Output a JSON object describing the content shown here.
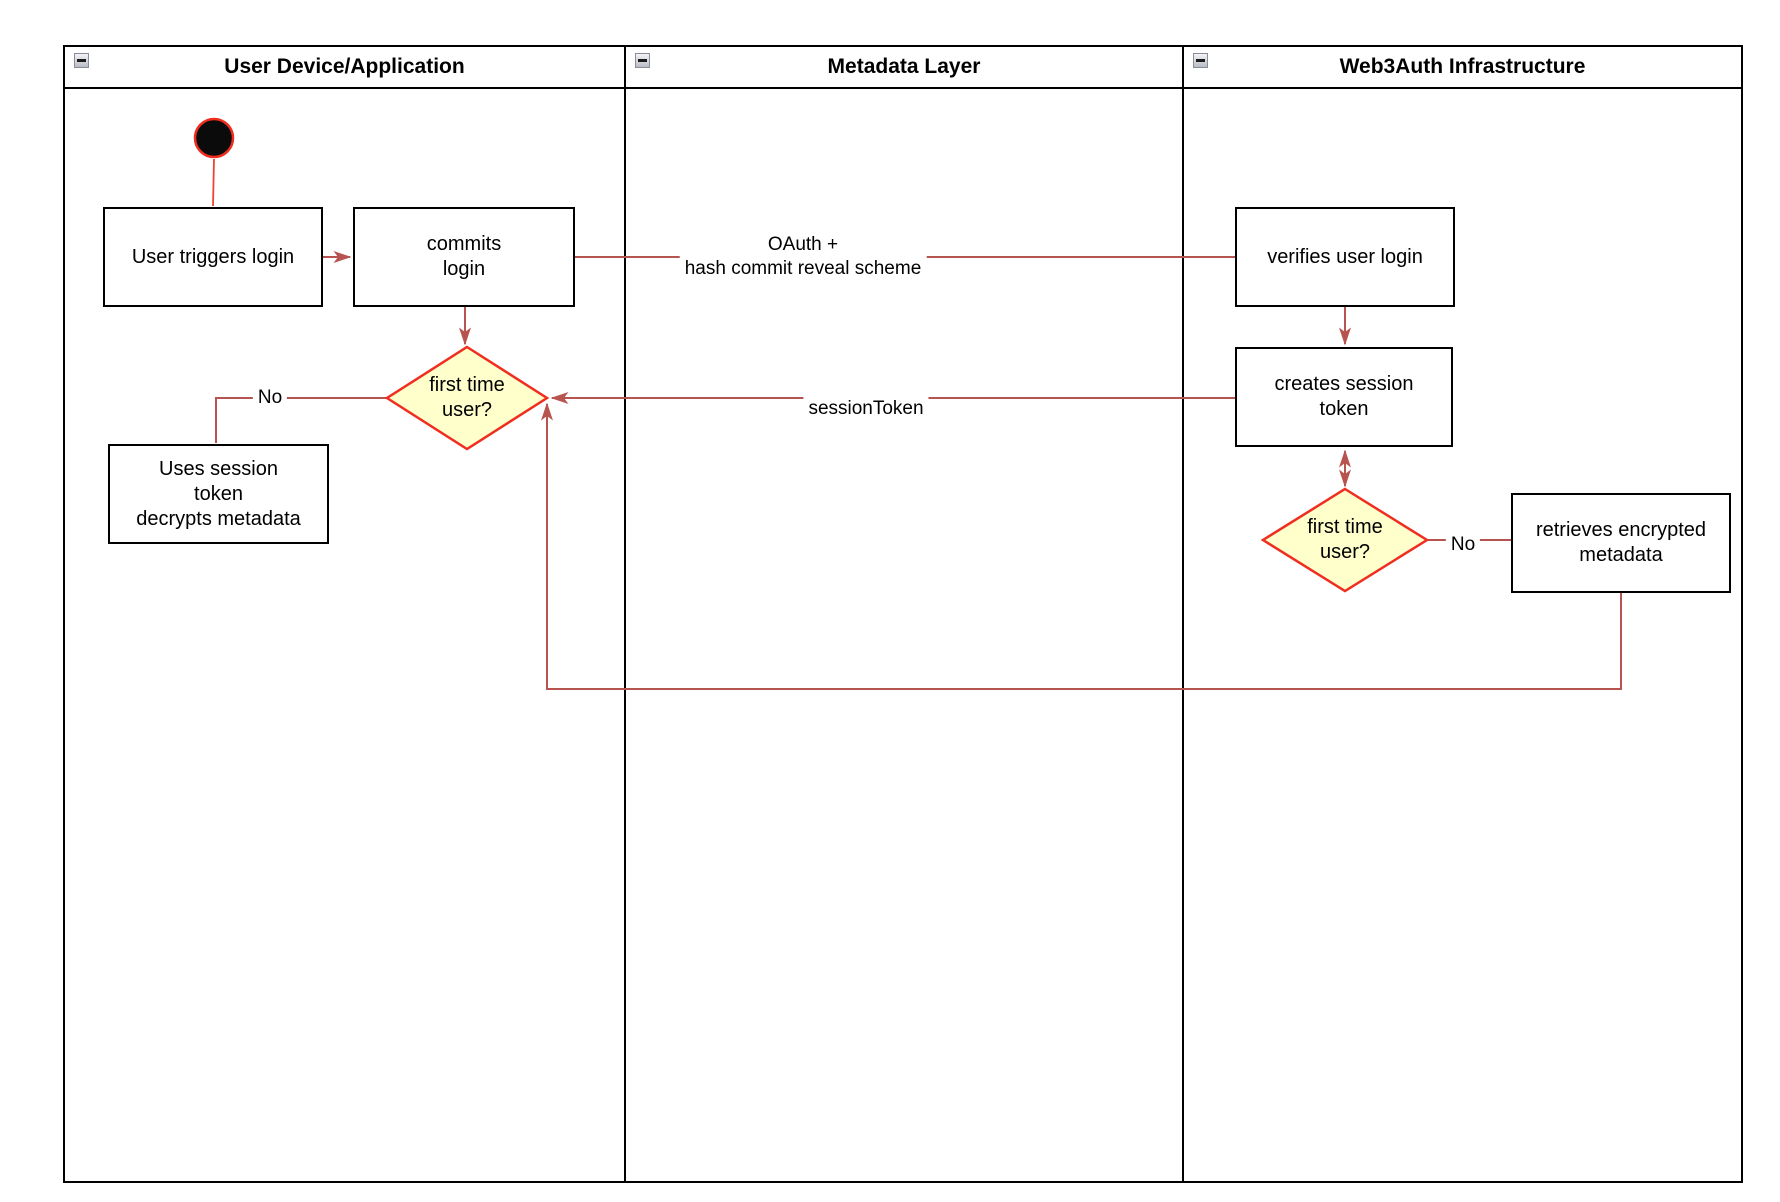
{
  "diagram": {
    "lanes": [
      {
        "title": "User Device/Application",
        "icon": "collapse-minus-icon"
      },
      {
        "title": "Metadata Layer",
        "icon": "collapse-minus-icon"
      },
      {
        "title": "Web3Auth Infrastructure",
        "icon": "collapse-minus-icon"
      }
    ],
    "nodes": {
      "user_triggers_login": {
        "label": "User triggers login"
      },
      "commits_login": {
        "label": "commits\nlogin"
      },
      "first_time_user_device": {
        "label": "first time\nuser?"
      },
      "uses_session_token": {
        "label": "Uses session\ntoken\ndecrypts metadata"
      },
      "verifies_user_login": {
        "label": "verifies user login"
      },
      "creates_session_token": {
        "label": "creates session\ntoken"
      },
      "first_time_user_infra": {
        "label": "first time\nuser?"
      },
      "retrieves_encrypted_metadata": {
        "label": "retrieves encrypted\nmetadata"
      }
    },
    "edge_labels": {
      "oauth": "OAuth +\nhash commit reveal scheme",
      "session_token": "sessionToken",
      "no_device": "No",
      "no_infra": "No"
    },
    "colors": {
      "edge": "#B85450",
      "accent_red": "#F02D1E",
      "decision_fill": "#FFFFCC",
      "node_border": "#000000",
      "lane_border": "#000000"
    }
  }
}
